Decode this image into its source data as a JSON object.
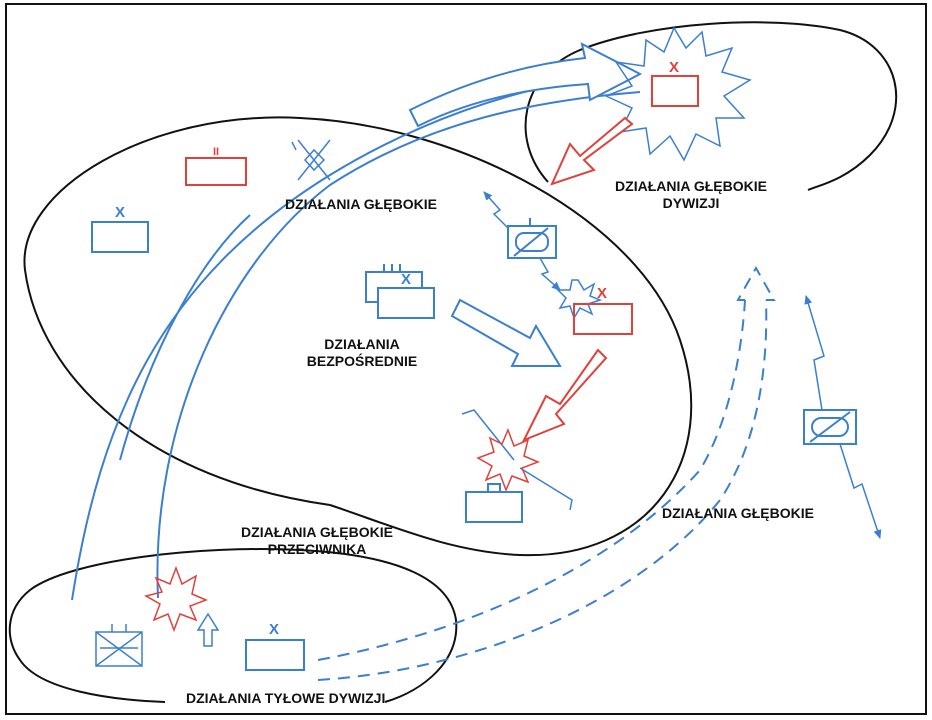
{
  "colors": {
    "friendly": "#3b7fd1",
    "enemy": "#e0413a",
    "ink": "#111111"
  },
  "labels": {
    "deep_ops": "DZIAŁANIA GŁĘBOKIE",
    "division_deep_ops_l1": "DZIAŁANIA GŁĘBOKIE",
    "division_deep_ops_l2": "DYWIZJI",
    "direct_ops_l1": "DZIAŁANIA",
    "direct_ops_l2": "BEZPOŚREDNIE",
    "enemy_deep_ops_l1": "DZIAŁANIA GŁĘBOKIE",
    "enemy_deep_ops_l2": "PRZECIWNIKA",
    "deep_ops_right": "DZIAŁANIA GŁĘBOKIE",
    "rear_ops": "DZIAŁANIA TYŁOWE DYWIZJI"
  },
  "unit_marks": {
    "division_x": "X",
    "regiment_ii": "II",
    "brigade_iii": "III"
  }
}
